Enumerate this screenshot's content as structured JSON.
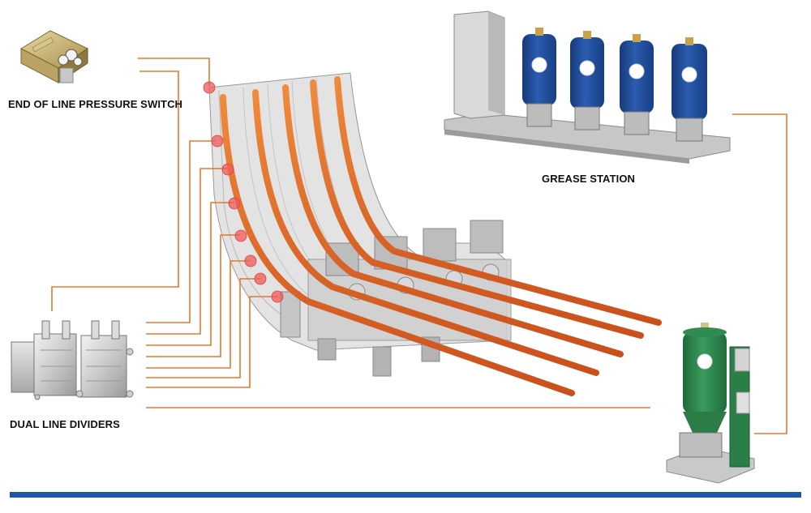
{
  "labels": {
    "pressure_switch": "END OF LINE PRESSURE SWITCH",
    "dual_line_dividers": "DUAL LINE DIVIDERS",
    "grease_station": "GREASE STATION"
  },
  "colors": {
    "line_orange": "#e4782f",
    "footer_blue": "#1f56a6",
    "pump_blue": "#1f4d9a",
    "pump_green": "#2e8a4f",
    "hot_bar": "#e0662a",
    "lube_point_red": "#f05a5a"
  },
  "components": {
    "pressure_switch_icon": "pressure-switch",
    "dividers_icon": "dual-line-dividers",
    "station_icon": "grease-station-four-pumps",
    "pump_icon": "grease-pump-green",
    "machine_icon": "continuous-caster-bow"
  },
  "counts": {
    "lubrication_points": 8,
    "station_pumps": 4,
    "strands": 5
  }
}
